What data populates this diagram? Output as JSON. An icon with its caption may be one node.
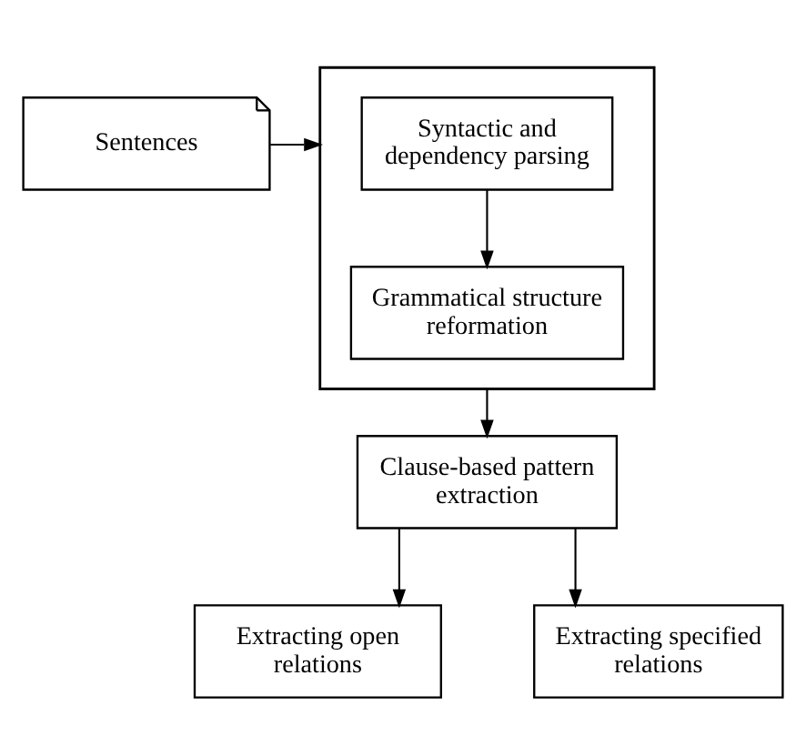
{
  "diagram": {
    "nodes": [
      {
        "text": [
          "Sentences"
        ]
      },
      {
        "text": [],
        "shape": "box"
      },
      {
        "text": [
          "Syntactic and dependency parsing"
        ],
        "in": 1
      },
      {
        "text": [
          "Grammatical structure reformation"
        ],
        "in": 1
      },
      {
        "text": [
          "Clause-based pattern extraction"
        ]
      },
      {
        "text": [
          "Extracting open relations"
        ]
      },
      {
        "text": [
          "Extracting specified relations"
        ]
      }
    ],
    "edges": [
      {
        "from": 0,
        "to": 1,
        "arrow": "to"
      },
      {
        "from": 2,
        "to": 3,
        "arrow": "to"
      },
      {
        "from": 1,
        "to": 4,
        "arrow": "to"
      },
      {
        "from": 4,
        "to": 5,
        "arrow": "to"
      },
      {
        "from": 4,
        "to": 6,
        "arrow": "to"
      }
    ]
  }
}
